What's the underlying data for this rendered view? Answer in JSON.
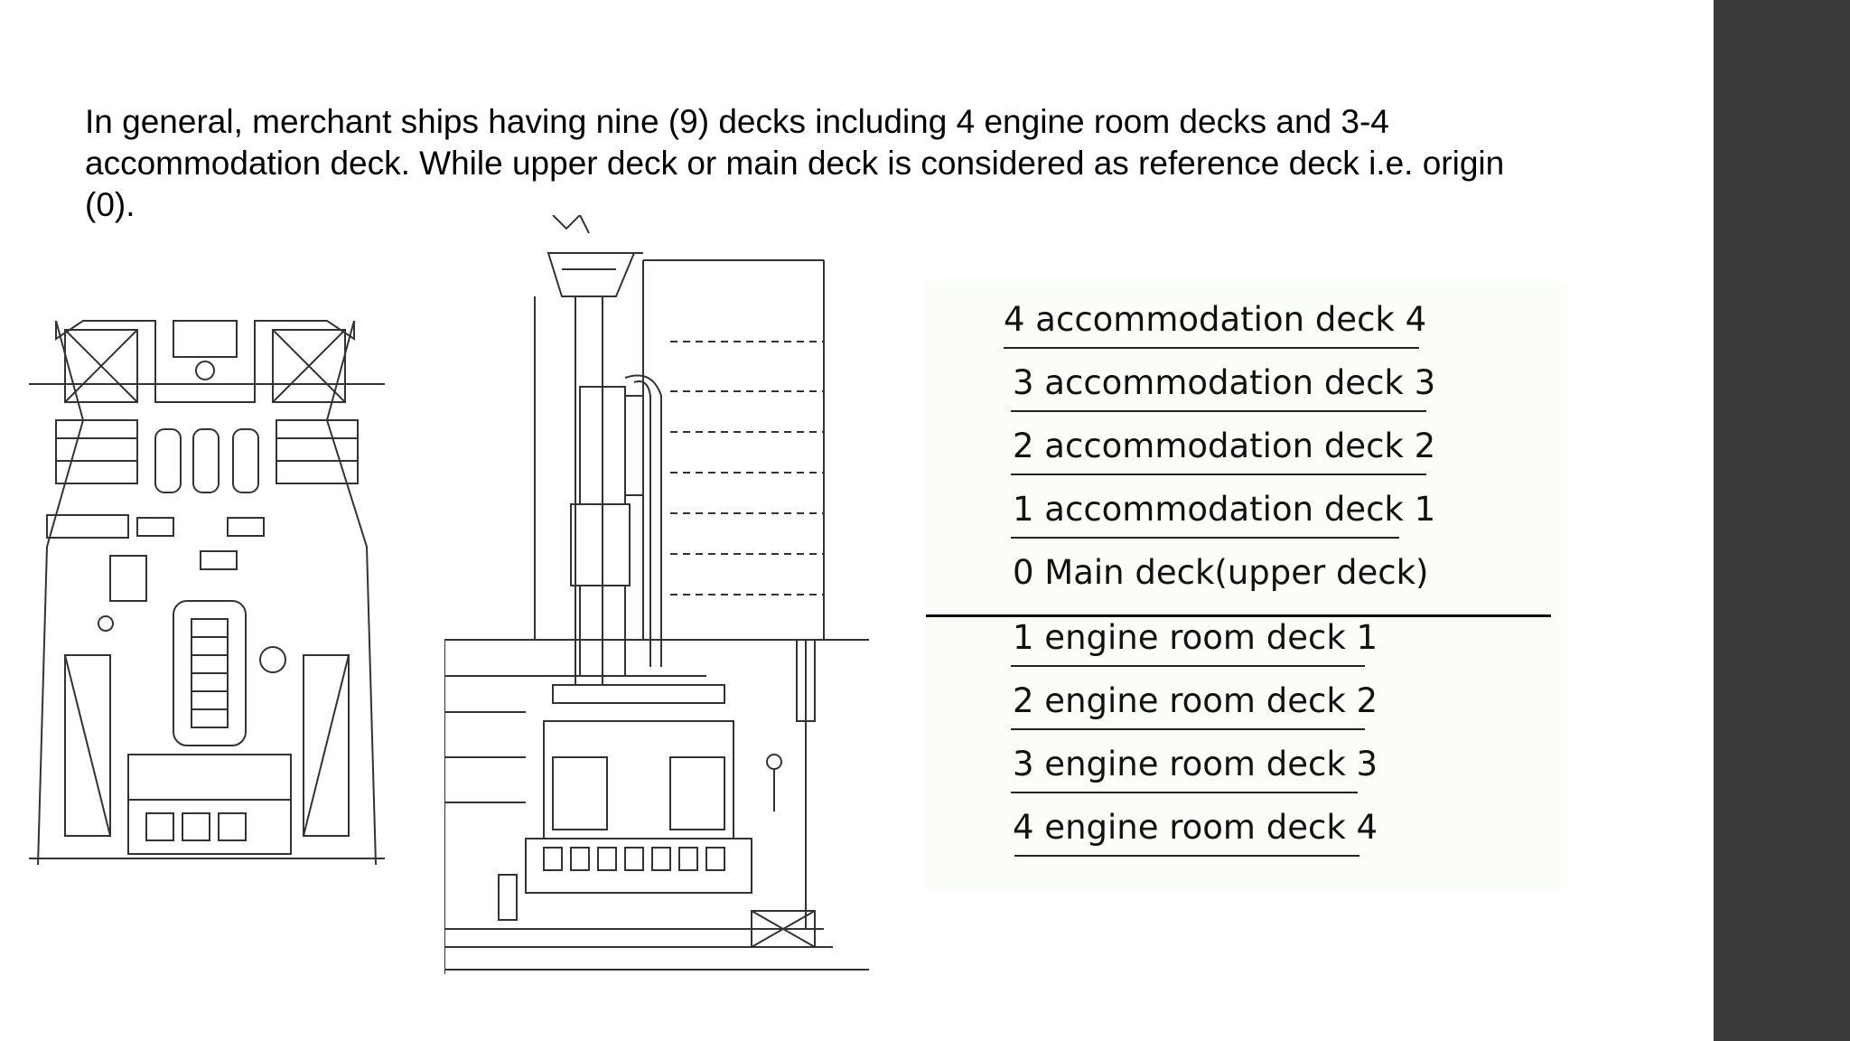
{
  "slide": {
    "intro_text": "In general, merchant ships having nine (9) decks including 4 engine room decks and 3-4 accommodation deck. While upper deck or main deck is considered as reference deck i.e. origin (0)."
  },
  "deck_list": [
    "4 accommodation deck 4",
    "3 accommodation deck 3",
    "2 accommodation deck 2",
    "1 accommodation deck 1",
    "0 Main deck(upper deck)",
    "1 engine room deck 1",
    "2  engine room deck 2",
    "3 engine room deck 3",
    "4  engine room deck 4"
  ],
  "colors": {
    "sidebar": "#3a3a3a",
    "text": "#000000",
    "drawing_line": "#333333"
  }
}
